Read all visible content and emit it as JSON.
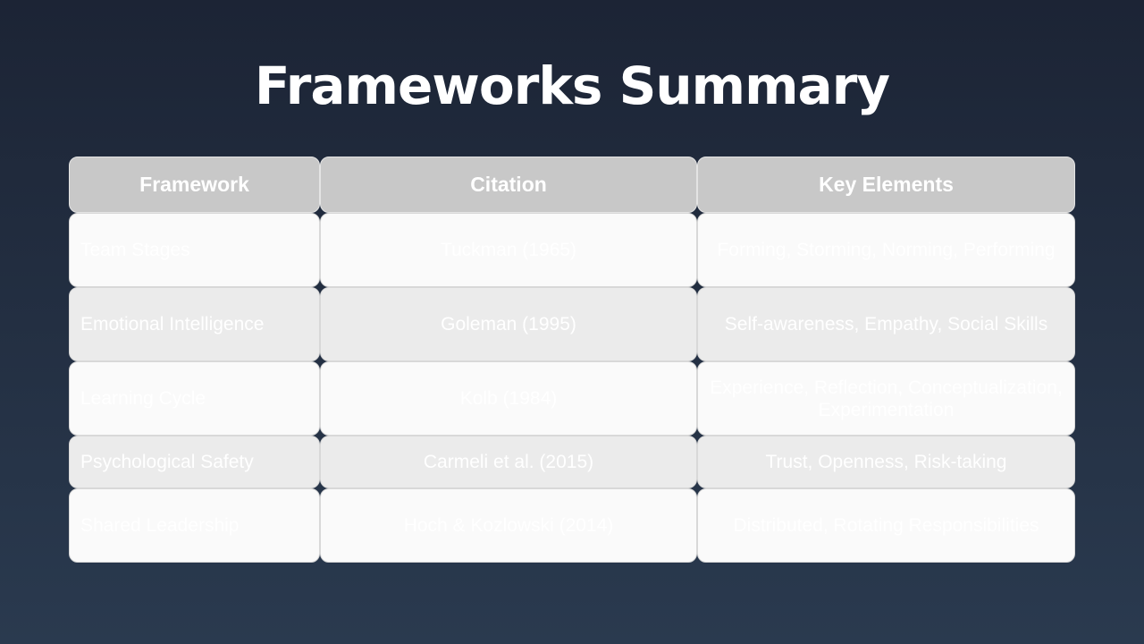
{
  "slide": {
    "title": "Frameworks Summary"
  },
  "table": {
    "headers": [
      "Framework",
      "Citation",
      "Key Elements"
    ],
    "rows": [
      [
        "Team Stages",
        "Tuckman (1965)",
        "Forming, Storming, Norming, Performing"
      ],
      [
        "Emotional Intelligence",
        "Goleman (1995)",
        "Self-awareness, Empathy, Social Skills"
      ],
      [
        "Learning Cycle",
        "Kolb (1984)",
        "Experience, Reflection, Conceptualization, Experimentation"
      ],
      [
        "Psychological Safety",
        "Carmeli et al. (2015)",
        "Trust, Openness, Risk-taking"
      ],
      [
        "Shared Leadership",
        "Hoch & Kozlowski (2014)",
        "Distributed, Rotating Responsibilities"
      ]
    ]
  },
  "colors": {
    "background_top": "#1c2435",
    "background_bottom": "#2a3a4f",
    "header_fill": "#c8c8c8",
    "row_fill_light": "#fafafa",
    "row_fill_alt": "#ebebeb",
    "text": "#ffffff"
  }
}
